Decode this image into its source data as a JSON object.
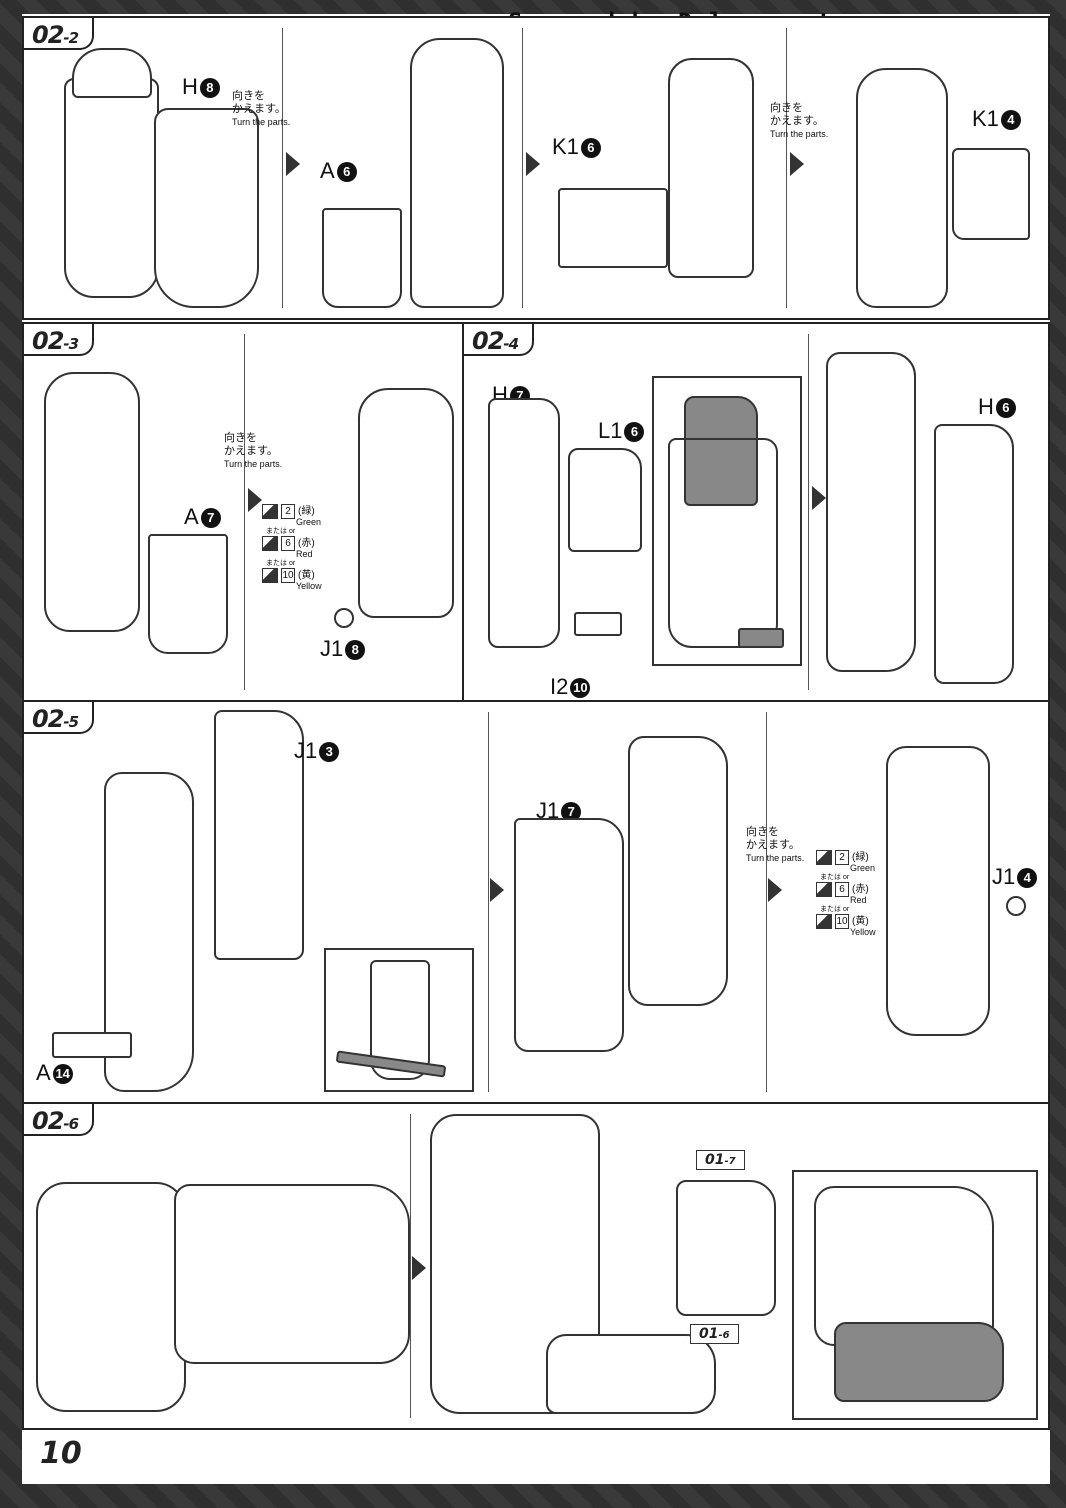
{
  "header": {
    "scanner_credit": "Scanned by Dalong.net"
  },
  "page_number": "10",
  "turn_note": {
    "jp_1": "向きを",
    "jp_2": "かえます。",
    "en": "Turn the parts."
  },
  "sticker_options": {
    "or_text": "または or",
    "items": [
      {
        "number": "2",
        "jp": "(緑)",
        "en": "Green"
      },
      {
        "number": "6",
        "jp": "(赤)",
        "en": "Red"
      },
      {
        "number": "10",
        "jp": "(黄)",
        "en": "Yellow"
      }
    ]
  },
  "steps": {
    "s2_2": {
      "num": "02",
      "sub": "-2",
      "parts": {
        "h": {
          "letter": "H",
          "num": "8"
        },
        "a": {
          "letter": "A",
          "num": "6"
        },
        "k16": {
          "letter": "K1",
          "num": "6"
        },
        "k14": {
          "letter": "K1",
          "num": "4"
        }
      }
    },
    "s2_3": {
      "num": "02",
      "sub": "-3",
      "parts": {
        "a": {
          "letter": "A",
          "num": "7"
        },
        "j": {
          "letter": "J1",
          "num": "8"
        }
      }
    },
    "s2_4": {
      "num": "02",
      "sub": "-4",
      "parts": {
        "h7": {
          "letter": "H",
          "num": "7"
        },
        "l": {
          "letter": "L1",
          "num": "6"
        },
        "i": {
          "letter": "I2",
          "num": "10"
        },
        "h6": {
          "letter": "H",
          "num": "6"
        }
      }
    },
    "s2_5": {
      "num": "02",
      "sub": "-5",
      "parts": {
        "j13": {
          "letter": "J1",
          "num": "3"
        },
        "a": {
          "letter": "A",
          "num": "14"
        },
        "j17": {
          "letter": "J1",
          "num": "7"
        },
        "j14": {
          "letter": "J1",
          "num": "4"
        }
      }
    },
    "s2_6": {
      "num": "02",
      "sub": "-6",
      "refs": {
        "r7": {
          "num": "01",
          "sub": "-7"
        },
        "r6": {
          "num": "01",
          "sub": "-6"
        }
      }
    }
  }
}
